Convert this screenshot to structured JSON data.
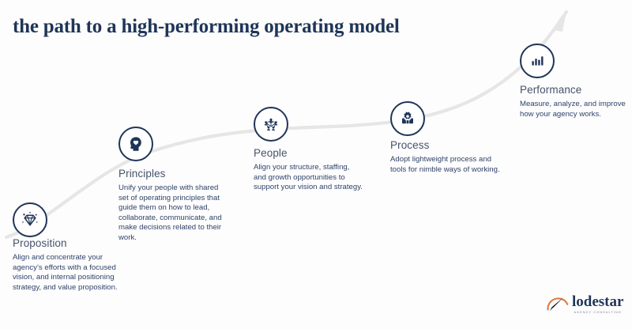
{
  "title": "the path to a high-performing operating model",
  "colors": {
    "navy": "#1f3558",
    "heading": "#46526b",
    "body": "#30436a",
    "curve": "#e4e4e4",
    "logo_orange": "#e07a3f",
    "background": "#fdfdfd"
  },
  "steps": [
    {
      "heading": "Proposition",
      "body": "Align and concentrate your agency’s efforts with a focused vision, and internal positioning strategy, and value proposition.",
      "icon": "diamond-icon"
    },
    {
      "heading": "Principles",
      "body": "Unify your people with shared set of operating principles that guide them on how to lead, collaborate, communicate, and make decisions related to their work.",
      "icon": "head-heart-icon"
    },
    {
      "heading": "People",
      "body": "Align your structure, staffing, and growth opportunities to support your vision and strategy.",
      "icon": "people-network-icon"
    },
    {
      "heading": "Process",
      "body": "Adopt lightweight process and tools for nimble ways of working.",
      "icon": "hands-gear-icon"
    },
    {
      "heading": "Performance",
      "body": "Measure, analyze, and improve how your agency works.",
      "icon": "bar-chart-icon"
    }
  ],
  "logo": {
    "wordmark": "lodestar",
    "tagline": "AGENCY CONSULTING",
    "mark": "compass-arrow-icon"
  }
}
